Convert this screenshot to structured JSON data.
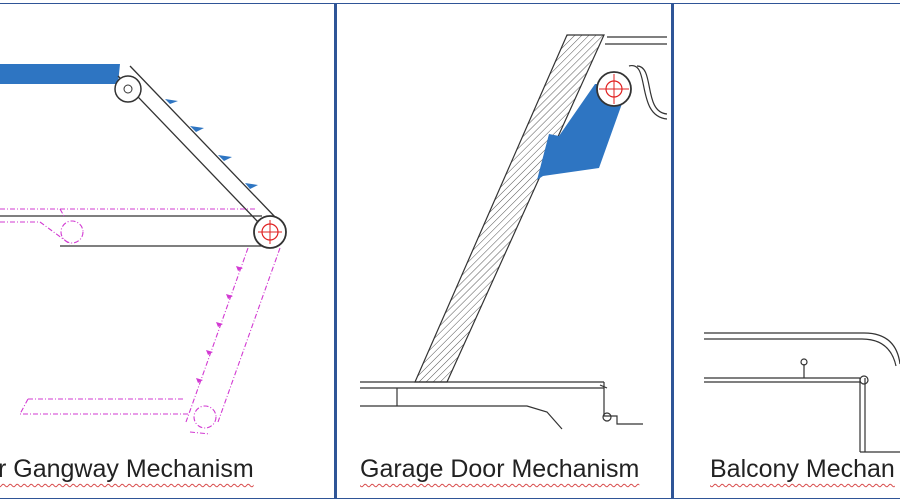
{
  "panels": [
    {
      "caption": "r Gangway Mechanism"
    },
    {
      "caption": "Garage Door Mechanism"
    },
    {
      "caption": "Balcony Mechan"
    }
  ],
  "colors": {
    "border": "#2f5597",
    "blue_part": "#2e75c2",
    "magenta_dashed": "#d23ad2",
    "red_marker": "#e02020",
    "line": "#333333"
  }
}
